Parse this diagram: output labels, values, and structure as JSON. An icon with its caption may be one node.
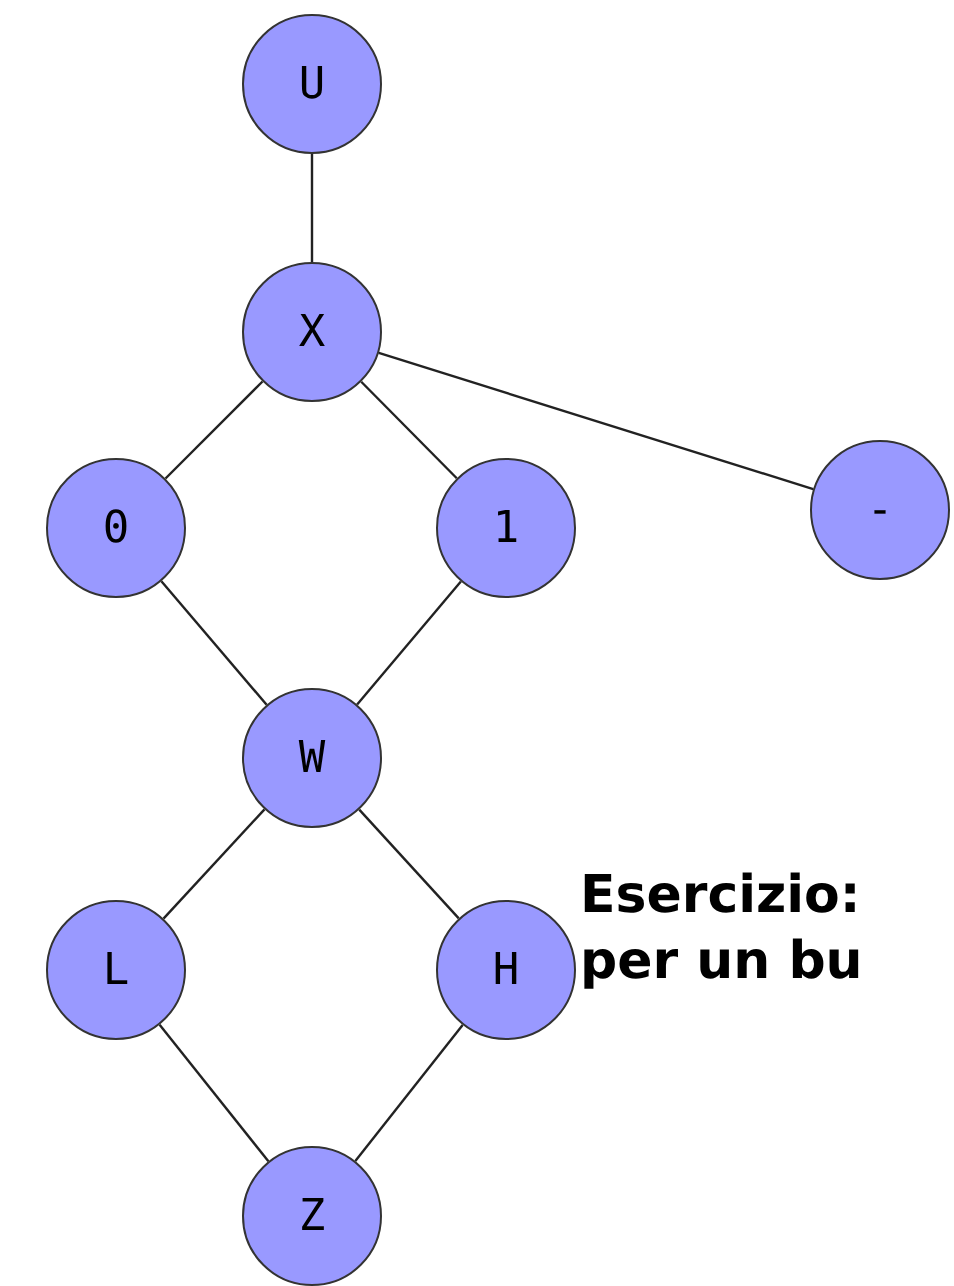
{
  "diagram": {
    "nodes": [
      {
        "text": [
          "U"
        ]
      },
      {
        "text": [
          "X"
        ]
      },
      {
        "text": [
          "0"
        ]
      },
      {
        "text": [
          "1"
        ]
      },
      {
        "text": [
          "-"
        ]
      },
      {
        "text": [
          "W"
        ]
      },
      {
        "text": [
          "L"
        ]
      },
      {
        "text": [
          "H"
        ]
      },
      {
        "text": [
          "Z"
        ]
      }
    ],
    "edges": [
      {
        "from": 0,
        "to": 1,
        "arrow": "none"
      },
      {
        "from": 1,
        "to": 2,
        "arrow": "none"
      },
      {
        "from": 1,
        "to": 3,
        "arrow": "none"
      },
      {
        "from": 1,
        "to": 4,
        "arrow": "none"
      },
      {
        "from": 2,
        "to": 5,
        "arrow": "none"
      },
      {
        "from": 3,
        "to": 5,
        "arrow": "none"
      },
      {
        "from": 5,
        "to": 6,
        "arrow": "none"
      },
      {
        "from": 5,
        "to": 7,
        "arrow": "none"
      },
      {
        "from": 6,
        "to": 8,
        "arrow": "none"
      },
      {
        "from": 7,
        "to": 8,
        "arrow": "none"
      }
    ],
    "labels": [
      "Esercizio: per un bu"
    ]
  }
}
